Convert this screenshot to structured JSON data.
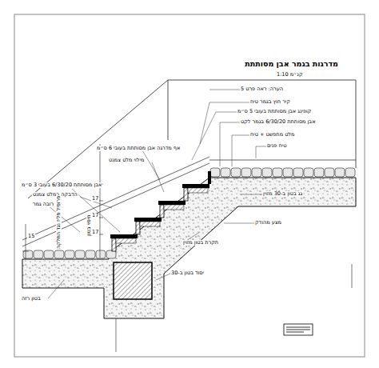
{
  "diagram": {
    "title": "מדרגות בגמר אבן מסותתת",
    "labels": [
      "קנ״מ 1:10",
      "הערה: ראה פרט 5",
      "קיר חוץ בגמר טיח",
      "קופינג אבן מסותתת בעובי 5 ס״מ",
      "אבן מסותתת 6/30/20 בגמר לקט",
      "מלט מתפשט + טיח",
      "טיח פנים",
      "גג בטון ב-30 מזוין",
      "מצע מהודק",
      "אבן מסותתת 6/30/20 בעובי 3 ס״מ",
      "הדבקה במלט צמנט",
      "רובה גמר",
      "פרופיל פליז נגד החלקה",
      "חיפוי בטון",
      "אף מדרגה אבן מסותתת בעובי 6 ס״מ",
      "מילוי מלט צמנט",
      "יסוד בטון ב-30",
      "תקרת בטון מזוין",
      "בטון רזה",
      "17",
      "17",
      "17",
      "15"
    ]
  }
}
